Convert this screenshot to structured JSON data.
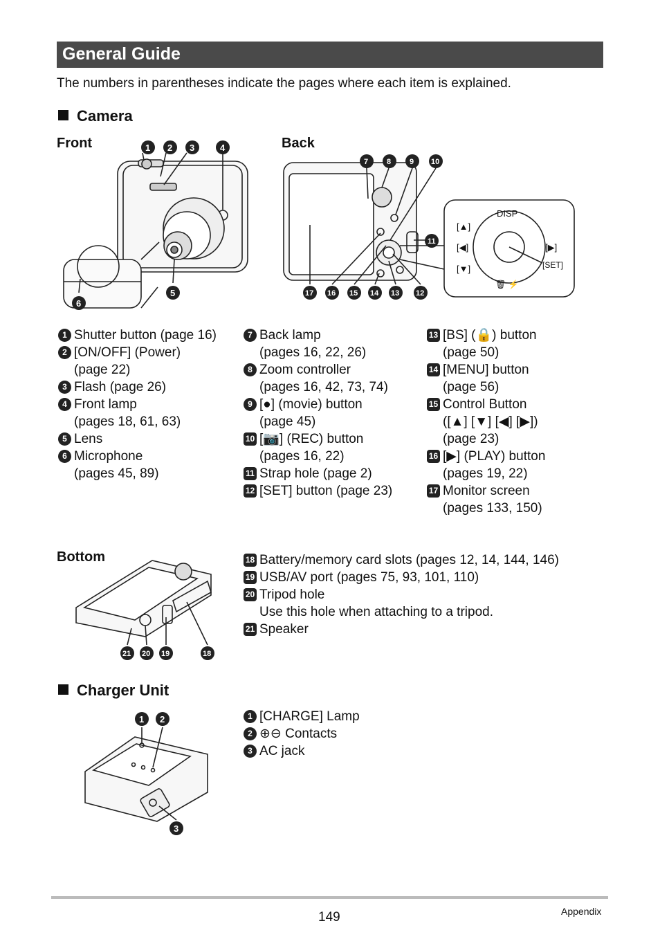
{
  "title": "General Guide",
  "intro": "The numbers in parentheses indicate the pages where each item is explained.",
  "camera_section": {
    "heading": "Camera",
    "front_label": "Front",
    "back_label": "Back",
    "bottom_label": "Bottom",
    "back_panel": {
      "disp": "DISP",
      "up": "[▲]",
      "left": "[◀]",
      "right": "[▶]",
      "down": "[▼]",
      "set": "[SET]",
      "trash_flash": "🗑 ⚡"
    },
    "col1": [
      {
        "n": "1",
        "lines": [
          "Shutter button (page 16)"
        ]
      },
      {
        "n": "2",
        "lines": [
          "[ON/OFF] (Power)",
          "(page 22)"
        ]
      },
      {
        "n": "3",
        "lines": [
          "Flash (page 26)"
        ]
      },
      {
        "n": "4",
        "lines": [
          "Front lamp",
          "(pages 18, 61, 63)"
        ]
      },
      {
        "n": "5",
        "lines": [
          "Lens"
        ]
      },
      {
        "n": "6",
        "lines": [
          "Microphone",
          "(pages 45, 89)"
        ]
      }
    ],
    "col2": [
      {
        "n": "7",
        "lines": [
          "Back lamp",
          "(pages 16, 22, 26)"
        ]
      },
      {
        "n": "8",
        "lines": [
          "Zoom controller",
          "(pages 16, 42, 73, 74)"
        ]
      },
      {
        "n": "9",
        "lines": [
          "[●] (movie) button",
          "(page 45)"
        ]
      },
      {
        "n": "10",
        "lines": [
          "[📷] (REC) button",
          "(pages 16, 22)"
        ]
      },
      {
        "n": "11",
        "lines": [
          "Strap hole (page 2)"
        ]
      },
      {
        "n": "12",
        "lines": [
          "[SET] button (page 23)"
        ]
      }
    ],
    "col3": [
      {
        "n": "13",
        "lines": [
          "[BS] (🔒) button",
          "(page 50)"
        ]
      },
      {
        "n": "14",
        "lines": [
          "[MENU] button",
          "(page 56)"
        ]
      },
      {
        "n": "15",
        "lines": [
          "Control Button",
          "([▲] [▼] [◀] [▶])",
          "(page 23)"
        ]
      },
      {
        "n": "16",
        "lines": [
          "[▶] (PLAY) button",
          "(pages 19, 22)"
        ]
      },
      {
        "n": "17",
        "lines": [
          "Monitor screen",
          "(pages 133, 150)"
        ]
      }
    ],
    "bottom_list": [
      {
        "n": "18",
        "lines": [
          "Battery/memory card slots (pages 12, 14, 144, 146)"
        ]
      },
      {
        "n": "19",
        "lines": [
          "USB/AV port (pages 75, 93, 101, 110)"
        ]
      },
      {
        "n": "20",
        "lines": [
          "Tripod hole",
          "Use this hole when attaching to a tripod."
        ]
      },
      {
        "n": "21",
        "lines": [
          "Speaker"
        ]
      }
    ]
  },
  "charger_section": {
    "heading": "Charger Unit",
    "list": [
      {
        "n": "1",
        "lines": [
          "[CHARGE] Lamp"
        ]
      },
      {
        "n": "2",
        "lines": [
          "⊕⊖ Contacts"
        ]
      },
      {
        "n": "3",
        "lines": [
          "AC jack"
        ]
      }
    ]
  },
  "footer": {
    "page_number": "149",
    "section": "Appendix"
  }
}
